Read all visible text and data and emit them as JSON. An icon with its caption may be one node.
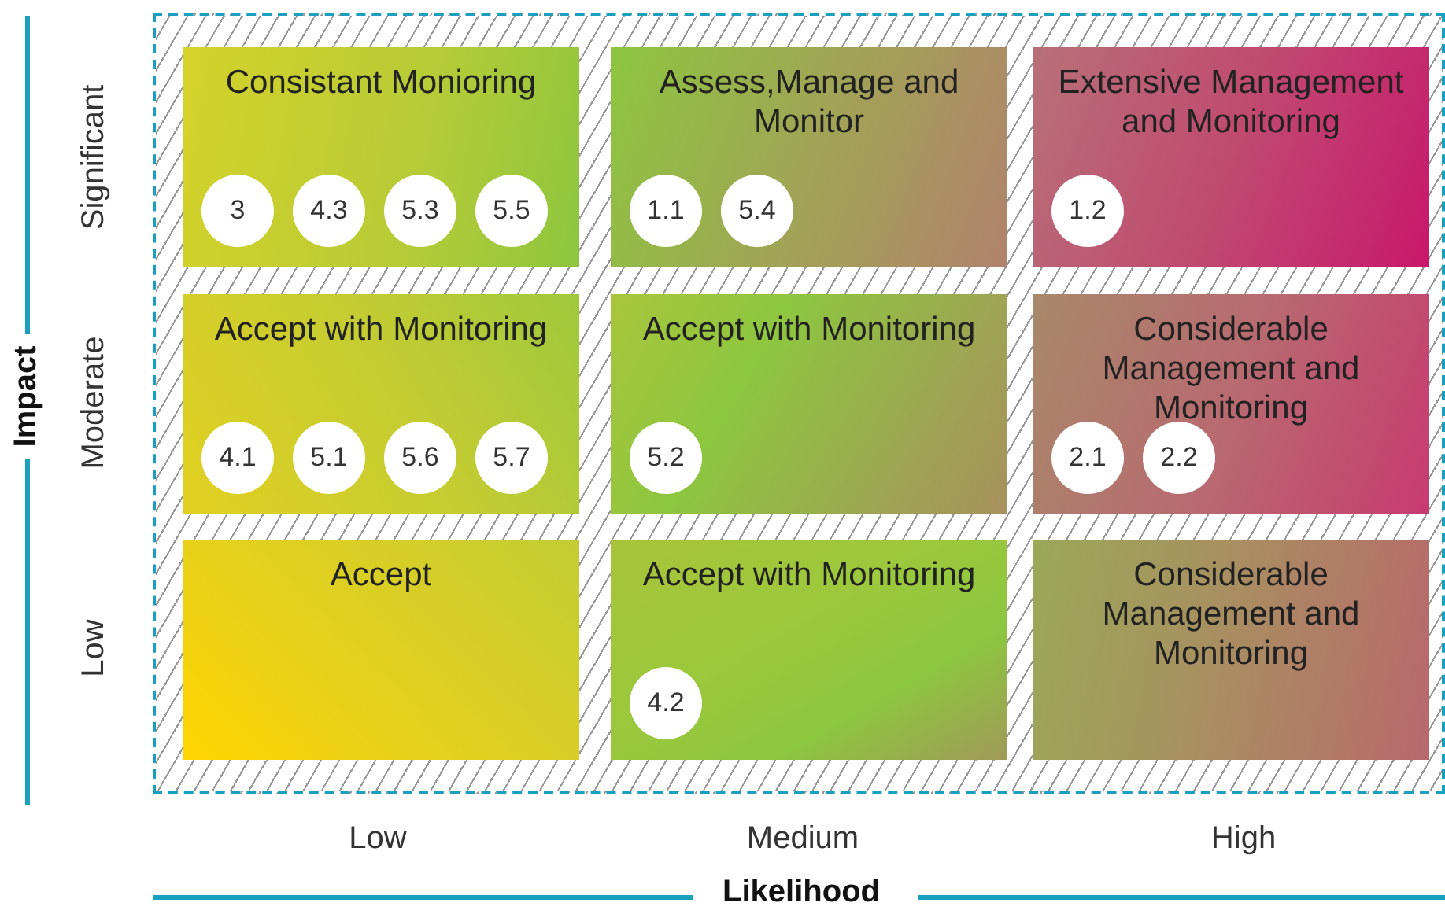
{
  "diagram": {
    "nodes": [
      {
        "text": [
          "Consistant Monioring"
        ]
      },
      {
        "text": [
          "3"
        ],
        "in": 0
      },
      {
        "text": [
          "4.3"
        ],
        "in": 0
      },
      {
        "text": [
          "5.3"
        ],
        "in": 0
      },
      {
        "text": [
          "5.5"
        ],
        "in": 0
      },
      {
        "text": [
          "Assess,Manage and Monitor"
        ]
      },
      {
        "text": [
          "1.1"
        ],
        "in": 5
      },
      {
        "text": [
          "5.4"
        ],
        "in": 5
      },
      {
        "text": [
          "Extensive Management and Monitoring"
        ]
      },
      {
        "text": [
          "1.2"
        ],
        "in": 8
      },
      {
        "text": [
          "Accept with Monitoring"
        ]
      },
      {
        "text": [
          "4.1"
        ],
        "in": 10
      },
      {
        "text": [
          "5.1"
        ],
        "in": 10
      },
      {
        "text": [
          "5.6"
        ],
        "in": 10
      },
      {
        "text": [
          "5.7"
        ],
        "in": 10
      },
      {
        "text": [
          "Accept with Monitoring"
        ]
      },
      {
        "text": [
          "5.2"
        ],
        "in": 15
      },
      {
        "text": [
          "Considerable Management and Monitoring"
        ]
      },
      {
        "text": [
          "2.1"
        ],
        "in": 17
      },
      {
        "text": [
          "2.2"
        ],
        "in": 17
      },
      {
        "text": [
          "Accept"
        ]
      },
      {
        "text": [
          "Accept with Monitoring"
        ]
      },
      {
        "text": [
          "4.2"
        ],
        "in": 21
      },
      {
        "text": [
          "Considerable Management and Monitoring"
        ]
      }
    ],
    "labels": [
      "Significant",
      "Moderate",
      "Low",
      "Impact",
      "Low",
      "Medium",
      "High",
      "Likelihood"
    ]
  }
}
